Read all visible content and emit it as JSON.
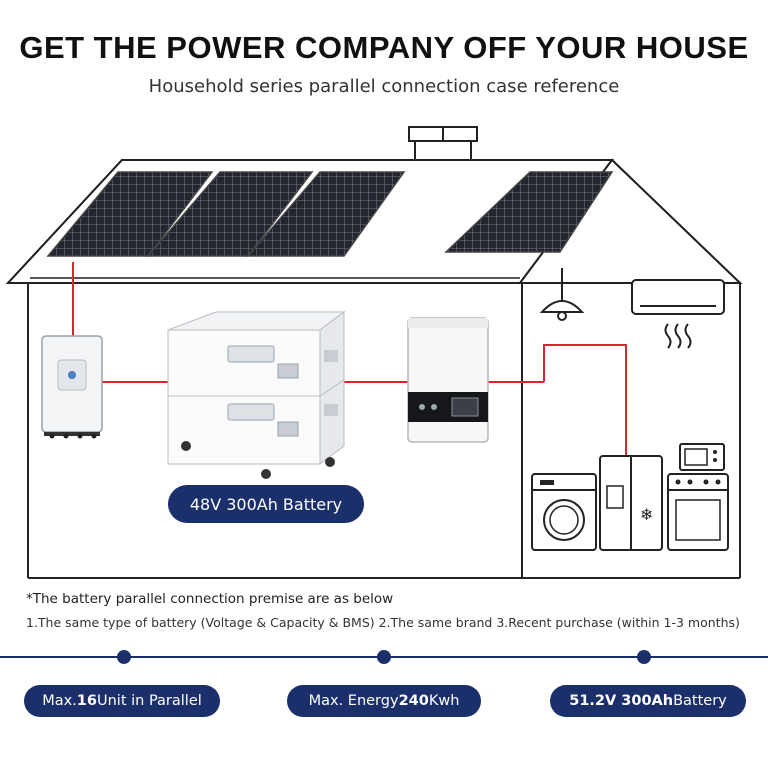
{
  "header": {
    "title": "GET THE POWER COMPANY OFF YOUR HOUSE",
    "subtitle": "Household series parallel connection case reference"
  },
  "battery_label": "48V 300Ah Battery",
  "notes": {
    "premise": "*The battery parallel connection premise are as below",
    "conditions": "1.The same type of battery (Voltage & Capacity & BMS)  2.The same brand  3.Recent purchase (within 1-3 months)"
  },
  "highlights": [
    {
      "prefix": "Max. ",
      "value": "16",
      "suffix": " Unit in Parallel"
    },
    {
      "prefix": "Max. Energy ",
      "value": "240",
      "suffix": "Kwh"
    },
    {
      "prefix": "",
      "value": "51.2V 300Ah",
      "suffix": " Battery"
    }
  ],
  "colors": {
    "brand_navy": "#1b2f6b",
    "wire_red": "#d9262c",
    "panel_dark": "#1e2128"
  },
  "icons": [
    "solar-panel-icon",
    "chimney-icon",
    "inverter-icon",
    "battery-cabinet-icon",
    "hybrid-inverter-icon",
    "pendant-lamp-icon",
    "air-conditioner-icon",
    "washing-machine-icon",
    "refrigerator-icon",
    "microwave-icon",
    "stove-icon"
  ]
}
